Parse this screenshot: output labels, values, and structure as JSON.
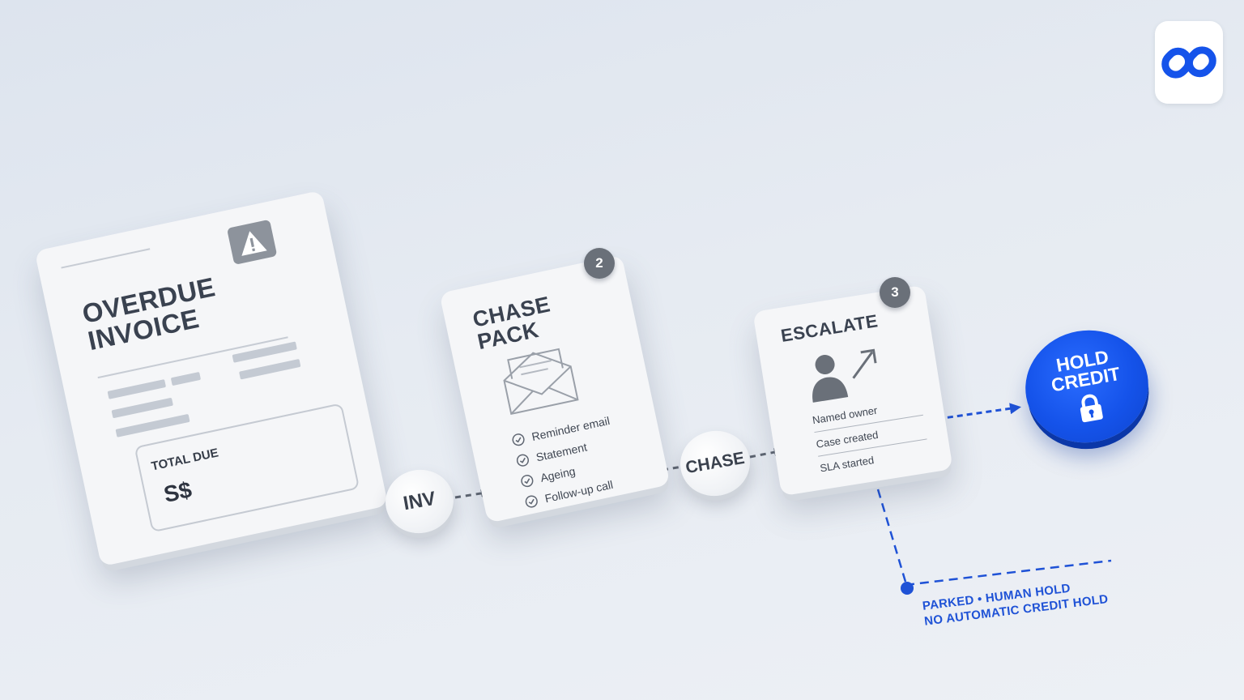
{
  "invoice_card": {
    "title_line1": "OVERDUE",
    "title_line2": "INVOICE",
    "total_label": "TOTAL DUE",
    "total_value": "S$",
    "icon": "warning-icon"
  },
  "tokens": {
    "inv": "INV",
    "chase": "CHASE"
  },
  "chase_pack_card": {
    "badge": "2",
    "title_line1": "CHASE",
    "title_line2": "PACK",
    "icon": "envelope-icon",
    "items": [
      "Reminder email",
      "Statement",
      "Ageing",
      "Follow-up call"
    ]
  },
  "escalate_card": {
    "badge": "3",
    "title": "ESCALATE",
    "icon": "person-escalate-icon",
    "items": [
      "Named owner",
      "Case created",
      "SLA started"
    ]
  },
  "hold_credit": {
    "line1": "HOLD",
    "line2": "CREDIT",
    "icon": "lock-icon"
  },
  "parked_note": {
    "line1": "PARKED • HUMAN HOLD",
    "line2": "NO AUTOMATIC CREDIT HOLD"
  },
  "logo": {
    "icon": "brand-logo-icon"
  },
  "colors": {
    "accent": "#1553ea",
    "connector_gray": "#5f6672",
    "connector_blue": "#1f52d6",
    "card": "#f5f6f8"
  }
}
